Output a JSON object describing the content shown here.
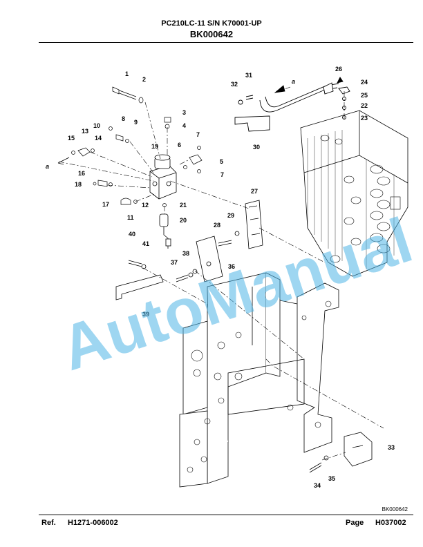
{
  "header": {
    "model": "PC210LC-11 S/N K70001-UP",
    "figure_code": "BK000642"
  },
  "diagram": {
    "figure_id": "BK000642",
    "watermark": "AutoManual",
    "callouts": [
      "1",
      "2",
      "3",
      "4",
      "5",
      "6",
      "7",
      "7",
      "8",
      "9",
      "10",
      "11",
      "12",
      "13",
      "14",
      "15",
      "16",
      "17",
      "18",
      "19",
      "20",
      "21",
      "22",
      "23",
      "24",
      "25",
      "26",
      "27",
      "28",
      "29",
      "30",
      "31",
      "32",
      "33",
      "34",
      "35",
      "36",
      "37",
      "38",
      "39",
      "40",
      "41"
    ],
    "view_markers": [
      "a",
      "a"
    ]
  },
  "footer": {
    "ref_label": "Ref.",
    "ref_value": "H1271-006002",
    "page_label": "Page",
    "page_value": "H037002"
  }
}
